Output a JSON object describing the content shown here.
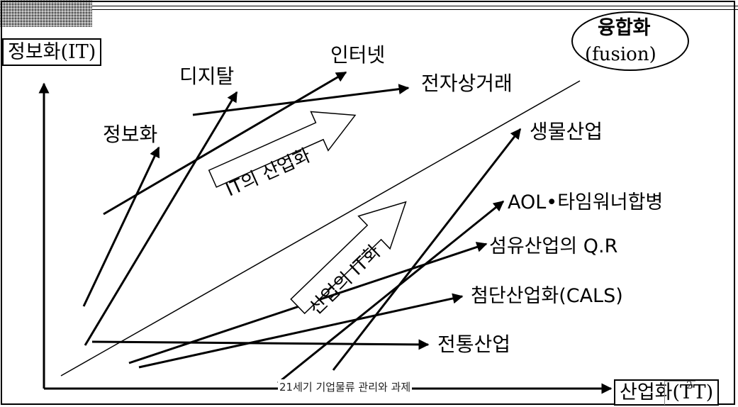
{
  "axes": {
    "y_label": "정보화(IT)",
    "x_label": "산업화(TT)"
  },
  "fusion": {
    "title": "융합화",
    "subtitle": "(fusion)"
  },
  "it_items": {
    "informatization": "정보화",
    "digital": "디지탈",
    "internet": "인터넷",
    "ecommerce": "전자상거래"
  },
  "industry_items": {
    "bio": "생물산업",
    "aol": "AOL•타임워너합병",
    "textile": "섬유산업의 Q.R",
    "hightech": "첨단산업화(CALS)",
    "traditional": "전통산업"
  },
  "arrows": {
    "it_industrialization": "IT의 산업화",
    "industry_itization": "산업의 IT화"
  },
  "footer": {
    "caption": "21세기 기업물류 관리와 과제",
    "page": "2"
  }
}
